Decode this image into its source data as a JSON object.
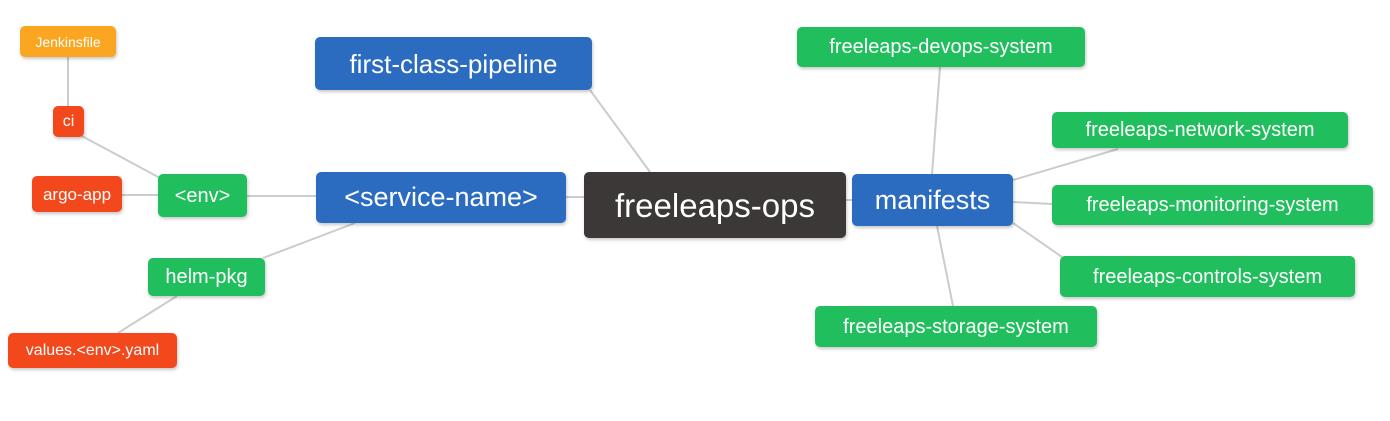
{
  "diagram": {
    "type": "mindmap",
    "root_label": "freeleaps-ops",
    "nodes": [
      {
        "id": "jenkinsfile",
        "label": "Jenkinsfile",
        "color": "orange"
      },
      {
        "id": "ci",
        "label": "ci",
        "color": "red"
      },
      {
        "id": "argo-app",
        "label": "argo-app",
        "color": "red"
      },
      {
        "id": "env",
        "label": "<env>",
        "color": "green"
      },
      {
        "id": "service-name",
        "label": "<service-name>",
        "color": "blue"
      },
      {
        "id": "helm-pkg",
        "label": "helm-pkg",
        "color": "green"
      },
      {
        "id": "values-env-yaml",
        "label": "values.<env>.yaml",
        "color": "red"
      },
      {
        "id": "first-class-pipeline",
        "label": "first-class-pipeline",
        "color": "blue"
      },
      {
        "id": "freeleaps-ops",
        "label": "freeleaps-ops",
        "color": "dark"
      },
      {
        "id": "manifests",
        "label": "manifests",
        "color": "blue"
      },
      {
        "id": "freeleaps-devops-system",
        "label": "freeleaps-devops-system",
        "color": "green"
      },
      {
        "id": "freeleaps-network-system",
        "label": "freeleaps-network-system",
        "color": "green"
      },
      {
        "id": "freeleaps-monitoring-system",
        "label": "freeleaps-monitoring-system",
        "color": "green"
      },
      {
        "id": "freeleaps-controls-system",
        "label": "freeleaps-controls-system",
        "color": "green"
      },
      {
        "id": "freeleaps-storage-system",
        "label": "freeleaps-storage-system",
        "color": "green"
      }
    ],
    "edges": [
      {
        "from": "jenkinsfile",
        "to": "ci"
      },
      {
        "from": "ci",
        "to": "env"
      },
      {
        "from": "argo-app",
        "to": "env"
      },
      {
        "from": "env",
        "to": "service-name"
      },
      {
        "from": "helm-pkg",
        "to": "service-name"
      },
      {
        "from": "values-env-yaml",
        "to": "helm-pkg"
      },
      {
        "from": "first-class-pipeline",
        "to": "freeleaps-ops"
      },
      {
        "from": "service-name",
        "to": "freeleaps-ops"
      },
      {
        "from": "freeleaps-ops",
        "to": "manifests"
      },
      {
        "from": "manifests",
        "to": "freeleaps-devops-system"
      },
      {
        "from": "manifests",
        "to": "freeleaps-network-system"
      },
      {
        "from": "manifests",
        "to": "freeleaps-monitoring-system"
      },
      {
        "from": "manifests",
        "to": "freeleaps-controls-system"
      },
      {
        "from": "manifests",
        "to": "freeleaps-storage-system"
      }
    ]
  },
  "colors": {
    "root": "#3B3837",
    "branch_blue": "#2B6CC0",
    "leaf_green": "#21BE5D",
    "leaf_red": "#F3481C",
    "leaf_orange": "#FBA620",
    "edge": "#CCCCCC",
    "background": "#FFFFFF",
    "text": "#FFFFFF"
  }
}
